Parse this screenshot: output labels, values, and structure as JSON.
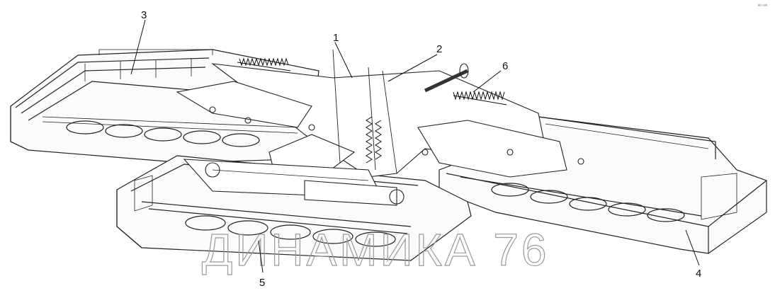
{
  "callouts": [
    {
      "id": 1,
      "label": "1"
    },
    {
      "id": 2,
      "label": "2"
    },
    {
      "id": 3,
      "label": "3"
    },
    {
      "id": 4,
      "label": "4"
    },
    {
      "id": 5,
      "label": "5"
    },
    {
      "id": 6,
      "label": "6"
    }
  ],
  "watermark": "ДИНАМИКА 76",
  "corner_mark": "ᵃ⁸ ᵒᵒᵒ"
}
